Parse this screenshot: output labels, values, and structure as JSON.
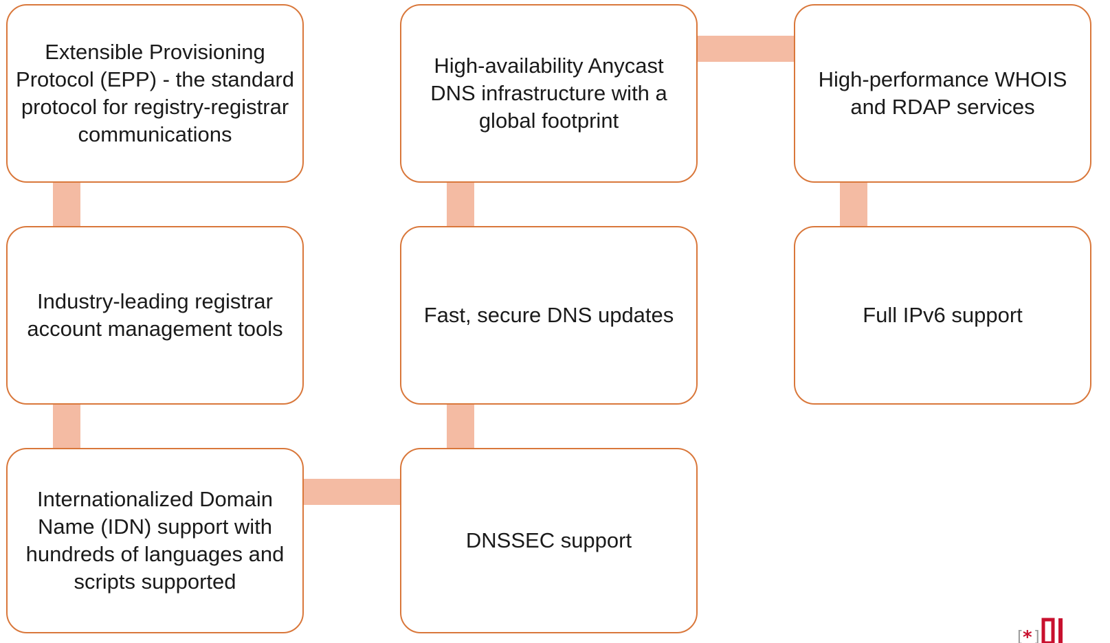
{
  "colors": {
    "box_border": "#d9773a",
    "connector": "#f4bba3",
    "logo_red": "#c8102e"
  },
  "nodes": {
    "epp": "Extensible Provisioning Protocol (EPP) - the standard protocol for registry-registrar communications",
    "industry": "Industry-leading registrar account management tools",
    "idn": "Internationalized Domain Name (IDN) support with hundreds of languages and scripts supported",
    "anycast": "High-availability Anycast DNS infrastructure with a global footprint",
    "fast_dns": "Fast, secure DNS updates",
    "dnssec": "DNSSEC support",
    "whois": "High-performance WHOIS and RDAP services",
    "ipv6": "Full IPv6 support"
  },
  "edges": [
    [
      "epp",
      "industry"
    ],
    [
      "industry",
      "idn"
    ],
    [
      "idn",
      "dnssec"
    ],
    [
      "dnssec",
      "fast_dns"
    ],
    [
      "fast_dns",
      "anycast"
    ],
    [
      "anycast",
      "whois"
    ],
    [
      "whois",
      "ipv6"
    ]
  ],
  "logo": {
    "name": "brand-logo-icon"
  }
}
